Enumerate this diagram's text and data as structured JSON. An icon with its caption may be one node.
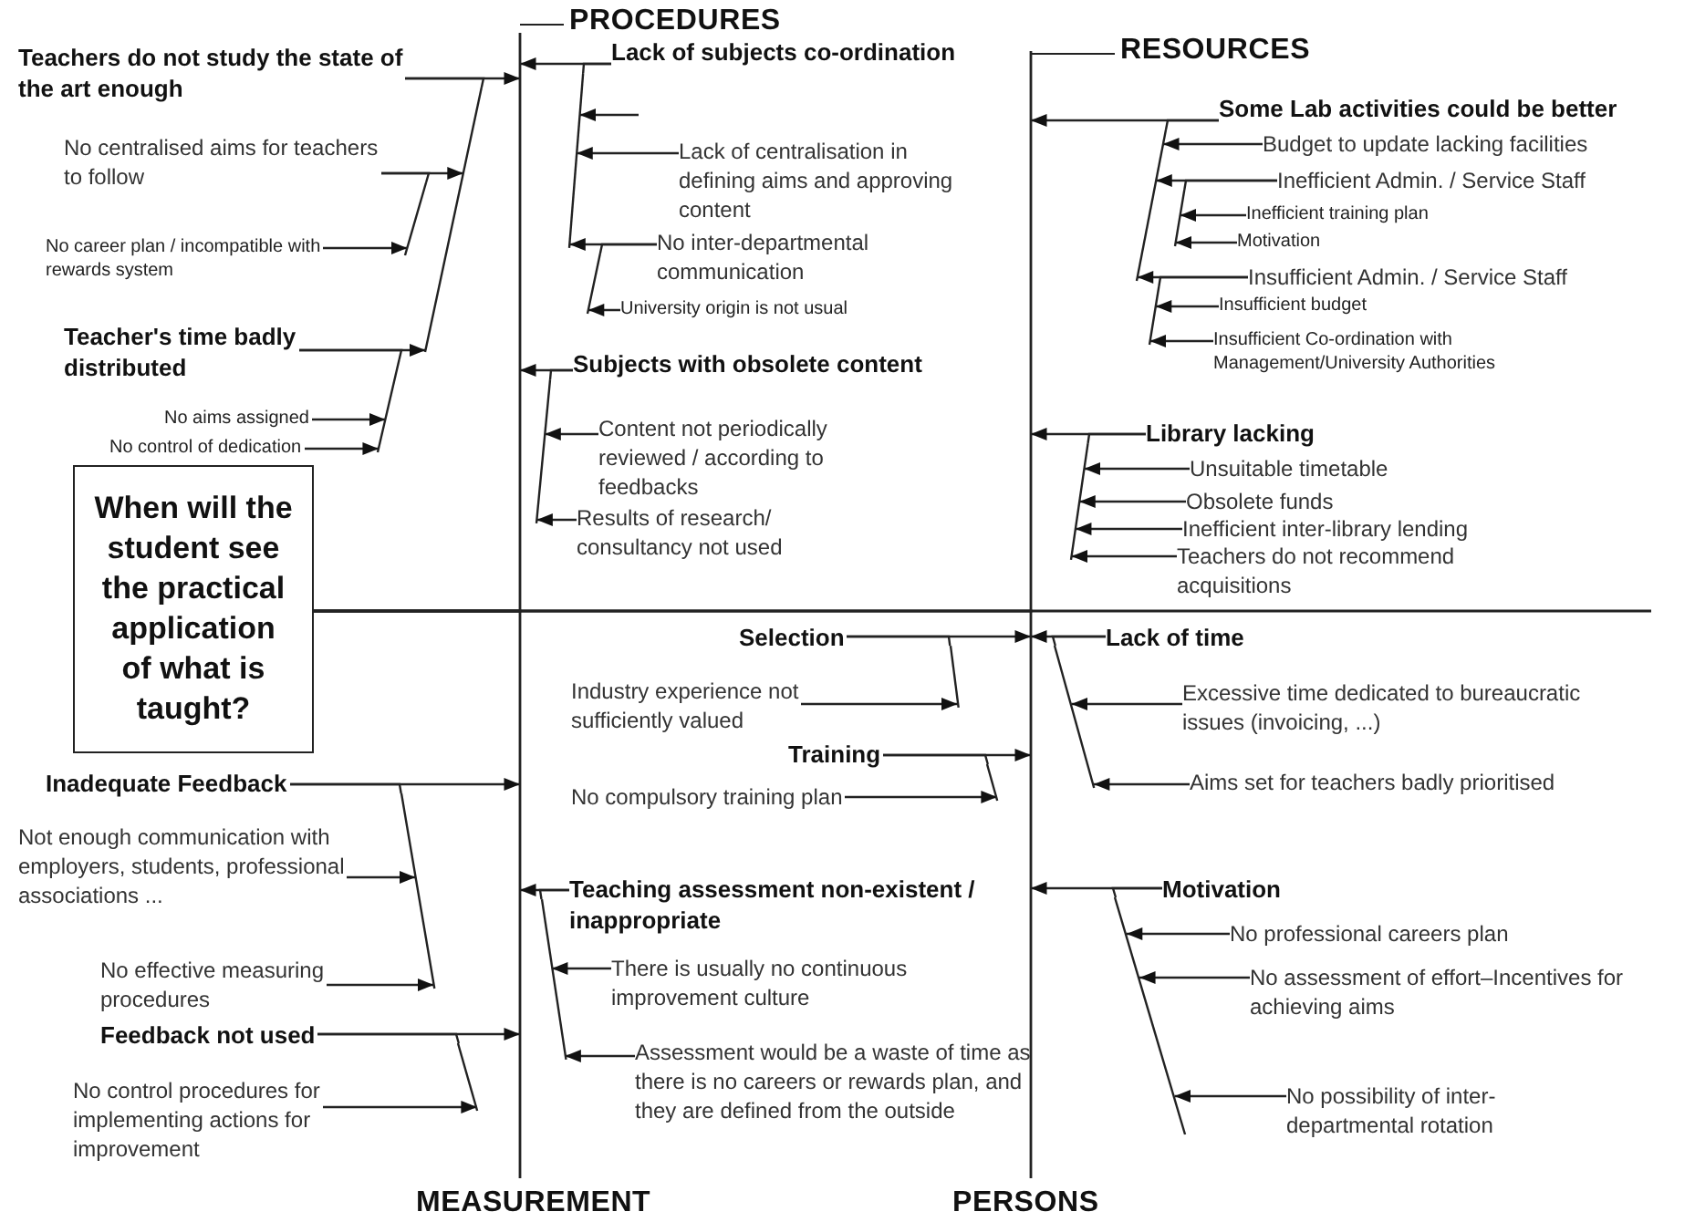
{
  "diagram": {
    "nodes": [
      {
        "text": [
          "When will the student see the practical application of what is taught?"
        ]
      },
      {
        "text": [],
        "shape": "line"
      },
      {
        "text": [],
        "shape": "line"
      },
      {
        "text": [],
        "shape": "line",
        "beside": [
          "MEASUREMENT"
        ]
      },
      {
        "text": [],
        "shape": "line",
        "beside": [
          "PERSONS"
        ]
      },
      {
        "text": [
          "Teachers do not study the state of the art enough"
        ]
      },
      {
        "text": [
          "No centralised aims for teachers to follow"
        ]
      },
      {
        "text": [
          "No career plan / incompatible with rewards system"
        ]
      },
      {
        "text": [
          "Teacher's time badly distributed"
        ]
      },
      {
        "text": [
          "No aims assigned"
        ]
      },
      {
        "text": [
          "No control of dedication"
        ]
      },
      {
        "text": [
          "Lack of subjects co-ordination"
        ]
      },
      {
        "text": [
          "Lack of centralisation in defining aims and approving content"
        ]
      },
      {
        "text": [
          "No inter-departmental communication"
        ]
      },
      {
        "text": [
          "University origin is not usual"
        ]
      },
      {
        "text": [
          "Subjects with obsolete content"
        ]
      },
      {
        "text": [
          "Content not periodically reviewed / according to feedbacks"
        ]
      },
      {
        "text": [
          "Results of research/ consultancy not used"
        ]
      },
      {
        "text": [
          "Some Lab activities could be better"
        ]
      },
      {
        "text": [
          "Budget to update lacking facilities"
        ]
      },
      {
        "text": [
          "Inefficient Admin. / Service Staff"
        ]
      },
      {
        "text": [
          "Inefficient training plan"
        ]
      },
      {
        "text": [
          "Motivation"
        ]
      },
      {
        "text": [
          "Insufficient Admin. / Service Staff"
        ]
      },
      {
        "text": [
          "Insufficient budget"
        ]
      },
      {
        "text": [
          "Insufficient Co-ordination with Management/University Authorities"
        ]
      },
      {
        "text": [
          "Library lacking"
        ]
      },
      {
        "text": [
          "Unsuitable timetable"
        ]
      },
      {
        "text": [
          "Obsolete funds"
        ]
      },
      {
        "text": [
          "Inefficient inter-library lending"
        ]
      },
      {
        "text": [
          "Teachers do not recommend acquisitions"
        ]
      },
      {
        "text": [
          "Inadequate Feedback"
        ]
      },
      {
        "text": [
          "Not enough communication with employers, students, professional associations ..."
        ]
      },
      {
        "text": [
          "No effective measuring procedures"
        ]
      },
      {
        "text": [
          "Feedback not used"
        ]
      },
      {
        "text": [
          "No control procedures for implementing actions for improvement"
        ]
      },
      {
        "text": [
          "Teaching assessment non-existent / inappropriate"
        ]
      },
      {
        "text": [
          "There is usually no continuous improvement culture"
        ]
      },
      {
        "text": [
          "Assessment would be a waste of time as there is no careers or rewards plan, and they are defined from the outside"
        ]
      },
      {
        "text": [
          "Selection"
        ]
      },
      {
        "text": [
          "Industry experience not sufficiently valued"
        ]
      },
      {
        "text": [
          "Training"
        ]
      },
      {
        "text": [
          "No compulsory training plan"
        ]
      },
      {
        "text": [
          "Lack of time"
        ]
      },
      {
        "text": [
          "Excessive time dedicated to bureaucratic issues (invoicing, ...)"
        ]
      },
      {
        "text": [
          "Aims set for teachers badly prioritised"
        ]
      },
      {
        "text": [
          "Motivation"
        ]
      },
      {
        "text": [
          "No professional careers plan"
        ]
      },
      {
        "text": [
          "No assessment of effort–Incentives for achieving aims"
        ]
      },
      {
        "text": [
          "No possibility of inter-departmental rotation"
        ]
      },
      {
        "text": [],
        "shape": "line"
      },
      {
        "text": [],
        "shape": "line"
      },
      {
        "text": [],
        "shape": "line"
      },
      {
        "text": [],
        "shape": "line"
      },
      {
        "text": [],
        "shape": "line"
      },
      {
        "text": [],
        "shape": "line"
      },
      {
        "text": [],
        "shape": "line"
      },
      {
        "text": [],
        "shape": "line"
      },
      {
        "text": [],
        "shape": "line"
      },
      {
        "text": [],
        "shape": "line"
      },
      {
        "text": [],
        "shape": "line"
      },
      {
        "text": [],
        "shape": "line"
      },
      {
        "text": [],
        "shape": "line"
      },
      {
        "text": [],
        "shape": "line"
      },
      {
        "text": [],
        "shape": "line"
      },
      {
        "text": [],
        "shape": "line"
      },
      {
        "text": [],
        "shape": "line"
      }
    ],
    "edges": [
      {
        "from": 1,
        "to": 0,
        "arrow": "none"
      },
      {
        "from": 2,
        "to": 0,
        "arrow": "none"
      },
      {
        "from": 3,
        "to": 0,
        "arrow": "none"
      },
      {
        "from": 4,
        "to": 0,
        "arrow": "none"
      },
      {
        "from": 5,
        "to": 1,
        "arrow": "to"
      },
      {
        "from": 6,
        "to": 50,
        "arrow": "to"
      },
      {
        "from": 7,
        "to": 51,
        "arrow": "to"
      },
      {
        "from": 8,
        "to": 50,
        "arrow": "to"
      },
      {
        "from": 9,
        "to": 52,
        "arrow": "to"
      },
      {
        "from": 10,
        "to": 52,
        "arrow": "to"
      },
      {
        "from": 11,
        "to": 1,
        "arrow": "to"
      },
      {
        "from": null,
        "to": 53,
        "arrow": "to"
      },
      {
        "from": 12,
        "to": 53,
        "arrow": "to"
      },
      {
        "from": 13,
        "to": 53,
        "arrow": "to"
      },
      {
        "from": 14,
        "to": 54,
        "arrow": "to"
      },
      {
        "from": 15,
        "to": 1,
        "arrow": "to"
      },
      {
        "from": 16,
        "to": 55,
        "arrow": "to"
      },
      {
        "from": 17,
        "to": 55,
        "arrow": "to"
      },
      {
        "from": 18,
        "to": 2,
        "arrow": "to"
      },
      {
        "from": 19,
        "to": 56,
        "arrow": "to"
      },
      {
        "from": 20,
        "to": 56,
        "arrow": "to"
      },
      {
        "from": 21,
        "to": 57,
        "arrow": "to"
      },
      {
        "from": 22,
        "to": 57,
        "arrow": "to"
      },
      {
        "from": 23,
        "to": 56,
        "arrow": "to"
      },
      {
        "from": 24,
        "to": 58,
        "arrow": "to"
      },
      {
        "from": 25,
        "to": 58,
        "arrow": "to"
      },
      {
        "from": 26,
        "to": 2,
        "arrow": "to"
      },
      {
        "from": 27,
        "to": 59,
        "arrow": "to"
      },
      {
        "from": 28,
        "to": 59,
        "arrow": "to"
      },
      {
        "from": 29,
        "to": 59,
        "arrow": "to"
      },
      {
        "from": 30,
        "to": 59,
        "arrow": "to"
      },
      {
        "from": 31,
        "to": 3,
        "arrow": "to"
      },
      {
        "from": 32,
        "to": 60,
        "arrow": "to"
      },
      {
        "from": 33,
        "to": 60,
        "arrow": "to"
      },
      {
        "from": 34,
        "to": 3,
        "arrow": "to"
      },
      {
        "from": 35,
        "to": 61,
        "arrow": "to"
      },
      {
        "from": 36,
        "to": 3,
        "arrow": "to"
      },
      {
        "from": 37,
        "to": 62,
        "arrow": "to"
      },
      {
        "from": 38,
        "to": 62,
        "arrow": "to"
      },
      {
        "from": 39,
        "to": 4,
        "arrow": "to"
      },
      {
        "from": 40,
        "to": 63,
        "arrow": "to"
      },
      {
        "from": 41,
        "to": 4,
        "arrow": "to"
      },
      {
        "from": 42,
        "to": 64,
        "arrow": "to"
      },
      {
        "from": 43,
        "to": 4,
        "arrow": "to"
      },
      {
        "from": 44,
        "to": 65,
        "arrow": "to"
      },
      {
        "from": 45,
        "to": 65,
        "arrow": "to"
      },
      {
        "from": 46,
        "to": 4,
        "arrow": "to"
      },
      {
        "from": 47,
        "to": 66,
        "arrow": "to"
      },
      {
        "from": 48,
        "to": 66,
        "arrow": "to"
      },
      {
        "from": 49,
        "to": 66,
        "arrow": "to"
      },
      {
        "from": 50,
        "to": 5,
        "arrow": "none"
      },
      {
        "from": 51,
        "to": 6,
        "arrow": "none"
      },
      {
        "from": 52,
        "to": 8,
        "arrow": "none"
      },
      {
        "from": 53,
        "to": 11,
        "arrow": "none"
      },
      {
        "from": 54,
        "to": 13,
        "arrow": "none"
      },
      {
        "from": 55,
        "to": 15,
        "arrow": "none"
      },
      {
        "from": 56,
        "to": 18,
        "arrow": "none"
      },
      {
        "from": 57,
        "to": 20,
        "arrow": "none"
      },
      {
        "from": 58,
        "to": 23,
        "arrow": "none"
      },
      {
        "from": 59,
        "to": 26,
        "arrow": "none"
      },
      {
        "from": 60,
        "to": 31,
        "arrow": "none"
      },
      {
        "from": 61,
        "to": 34,
        "arrow": "none"
      },
      {
        "from": 62,
        "to": 36,
        "arrow": "none"
      },
      {
        "from": 63,
        "to": 39,
        "arrow": "none"
      },
      {
        "from": 64,
        "to": 41,
        "arrow": "none"
      },
      {
        "from": 65,
        "to": 43,
        "arrow": "none"
      },
      {
        "from": 66,
        "to": 46,
        "arrow": "none"
      }
    ],
    "labels": [
      "PROCEDURES",
      "RESOURCES"
    ]
  }
}
